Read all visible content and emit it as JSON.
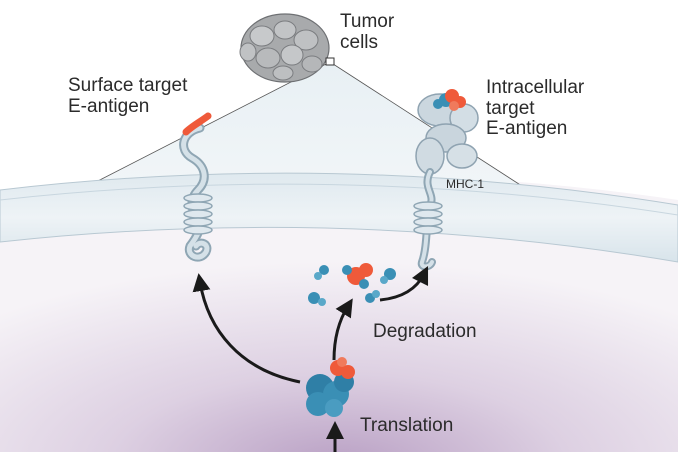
{
  "labels": {
    "tumor_cells": "Tumor\ncells",
    "surface_target": "Surface target\nE-antigen",
    "intracellular_target": "Intracellular\ntarget\nE-antigen",
    "mhc": "MHC-1",
    "degradation": "Degradation",
    "translation": "Translation"
  },
  "colors": {
    "antigen": "#ef5a3a",
    "protein": "#3a8fb5",
    "receptor": "#c9d6df",
    "membrane": "#d5e2ea",
    "background_glow": "#cdb6d3"
  }
}
